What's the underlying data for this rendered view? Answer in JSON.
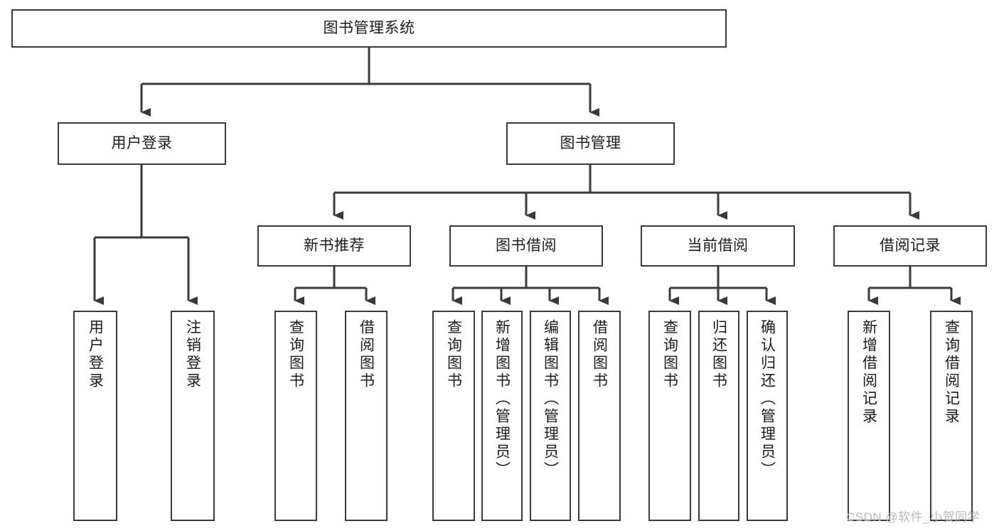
{
  "diagram": {
    "title": "图书管理系统",
    "type": "tree",
    "orientation": "top-down",
    "colors": {
      "box_border": "#3a3a3a",
      "box_fill": "#ffffff",
      "edge": "#3a3a3a",
      "text": "#1b1b1b",
      "watermark": "#b9b9b9",
      "background": "#ffffff"
    },
    "root": {
      "id": "root",
      "label": "图书管理系统"
    },
    "level1": [
      {
        "id": "user-login",
        "label": "用户登录"
      },
      {
        "id": "book-manage",
        "label": "图书管理"
      }
    ],
    "level2": [
      {
        "id": "new-book-rec",
        "label": "新书推荐",
        "parent": "book-manage"
      },
      {
        "id": "book-borrow",
        "label": "图书借阅",
        "parent": "book-manage"
      },
      {
        "id": "current-borrow",
        "label": "当前借阅",
        "parent": "book-manage"
      },
      {
        "id": "borrow-record",
        "label": "借阅记录",
        "parent": "book-manage"
      }
    ],
    "leaves": [
      {
        "id": "leaf-user-login",
        "label": "用户登录",
        "parent": "user-login"
      },
      {
        "id": "leaf-logout",
        "label": "注销登录",
        "parent": "user-login"
      },
      {
        "id": "leaf-query-book-1",
        "label": "查询图书",
        "parent": "new-book-rec"
      },
      {
        "id": "leaf-borrow-book-1",
        "label": "借阅图书",
        "parent": "new-book-rec"
      },
      {
        "id": "leaf-query-book-2",
        "label": "查询图书",
        "parent": "book-borrow"
      },
      {
        "id": "leaf-add-book",
        "label": "新增图书（管理员）",
        "parent": "book-borrow"
      },
      {
        "id": "leaf-edit-book",
        "label": "编辑图书（管理员）",
        "parent": "book-borrow"
      },
      {
        "id": "leaf-borrow-book-2",
        "label": "借阅图书",
        "parent": "book-borrow"
      },
      {
        "id": "leaf-query-book-3",
        "label": "查询图书",
        "parent": "current-borrow"
      },
      {
        "id": "leaf-return-book",
        "label": "归还图书",
        "parent": "current-borrow"
      },
      {
        "id": "leaf-confirm-return",
        "label": "确认归还（管理员）",
        "parent": "current-borrow"
      },
      {
        "id": "leaf-add-record",
        "label": "新增借阅记录",
        "parent": "borrow-record"
      },
      {
        "id": "leaf-query-record",
        "label": "查询借阅记录",
        "parent": "borrow-record"
      }
    ]
  },
  "watermark": {
    "text": "CSDN @软件_小贺同学"
  }
}
